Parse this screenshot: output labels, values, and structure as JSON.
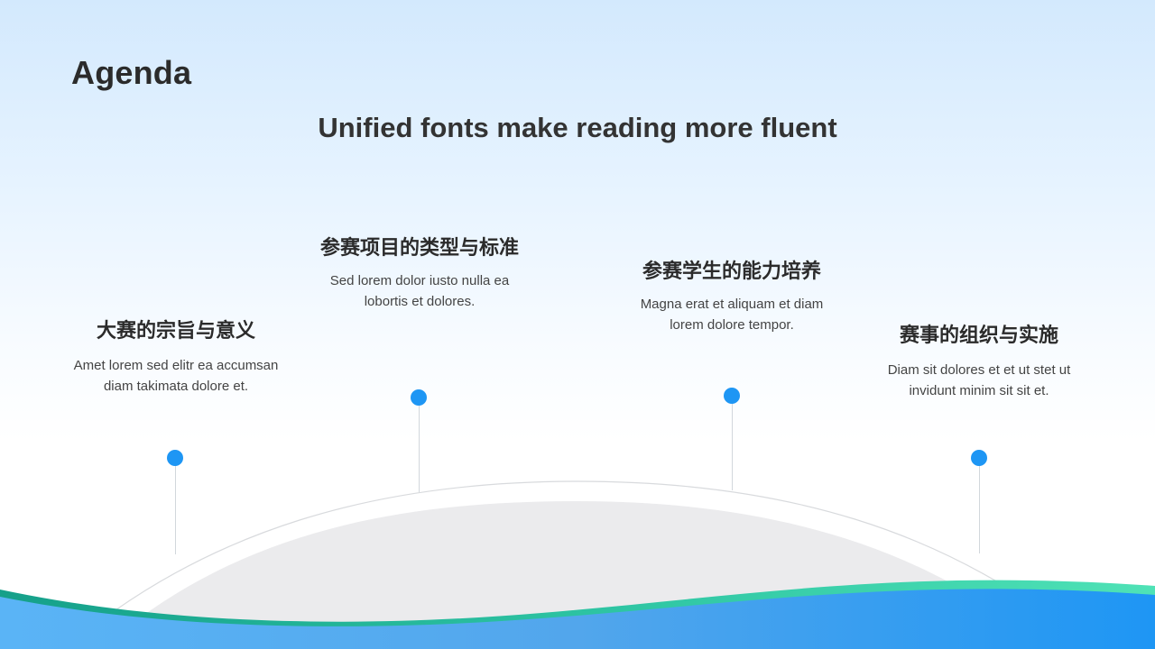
{
  "slide": {
    "title": "Agenda",
    "subtitle": "Unified fonts make reading more fluent"
  },
  "timeline": {
    "items": [
      {
        "heading": "大赛的宗旨与意义",
        "description": "Amet lorem sed elitr ea accumsan diam takimata dolore et."
      },
      {
        "heading": "参赛项目的类型与标准",
        "description": "Sed lorem dolor iusto nulla ea lobortis et dolores."
      },
      {
        "heading": "参赛学生的能力培养",
        "description": "Magna erat et aliquam et diam lorem dolore tempor."
      },
      {
        "heading": "赛事的组织与实施",
        "description": "Diam sit dolores et et ut stet ut invidunt minim sit sit et."
      }
    ]
  },
  "colors": {
    "dot": "#1e96f4",
    "wave_blue": "#1e96f4",
    "wave_green": "#3fd6a6",
    "hill_gray": "#ebebed",
    "title_text": "#2b2b2b"
  }
}
